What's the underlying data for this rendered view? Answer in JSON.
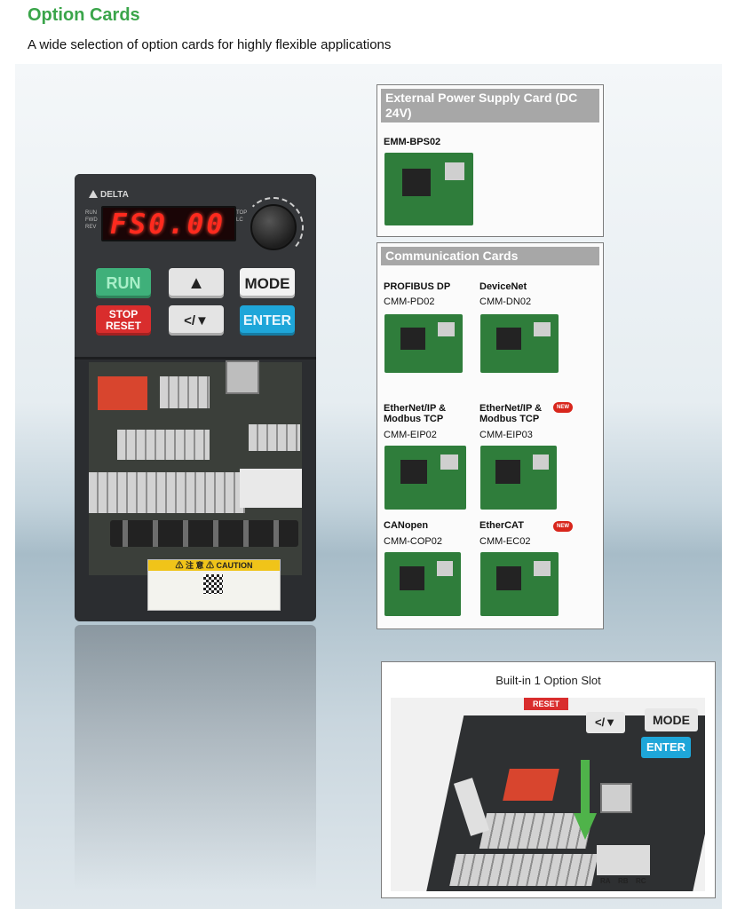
{
  "header": {
    "title": "Option Cards",
    "subtitle": "A wide selection of option cards for highly flexible applications"
  },
  "drive": {
    "brand": "DELTA",
    "display": "FS0.00",
    "status_left": [
      "RUN",
      "FWD",
      "REV"
    ],
    "status_right": [
      "STOP",
      "PLC"
    ],
    "keys": {
      "run": "RUN",
      "stop_reset": [
        "STOP",
        "RESET"
      ],
      "up": "▲",
      "shift_down": "</▼",
      "mode": "MODE",
      "enter": "ENTER"
    },
    "caution": "⚠ 注 意  ⚠ CAUTION"
  },
  "power_panel": {
    "title": "External Power Supply Card (DC 24V)",
    "cards": [
      {
        "model": "EMM-BPS02"
      }
    ]
  },
  "comm_panel": {
    "title": "Communication Cards",
    "cards": [
      {
        "name": "PROFIBUS DP",
        "model": "CMM-PD02",
        "new": false
      },
      {
        "name": "DeviceNet",
        "model": "CMM-DN02",
        "new": false
      },
      {
        "name": "EtherNet/IP & Modbus TCP",
        "model": "CMM-EIP02",
        "new": false
      },
      {
        "name": "EtherNet/IP & Modbus TCP",
        "model": "CMM-EIP03",
        "new": true
      },
      {
        "name": "CANopen",
        "model": "CMM-COP02",
        "new": false
      },
      {
        "name": "EtherCAT",
        "model": "CMM-EC02",
        "new": true
      }
    ],
    "new_badge": "NEW"
  },
  "slot_panel": {
    "title": "Built-in 1 Option Slot",
    "photo_labels": {
      "mode": "MODE",
      "enter": "ENTER",
      "shift": "</▼",
      "reset": "RESET",
      "terminals": [
        "RA",
        "RB",
        "RC"
      ]
    }
  },
  "colors": {
    "title_green": "#3aa54a",
    "panel_head_grey": "#a7a7a7",
    "enter_blue": "#1ea6d9",
    "run_green": "#3fb07a",
    "stop_red": "#d92d2d",
    "led_red": "#ff2a1e",
    "new_red": "#d8261c"
  }
}
